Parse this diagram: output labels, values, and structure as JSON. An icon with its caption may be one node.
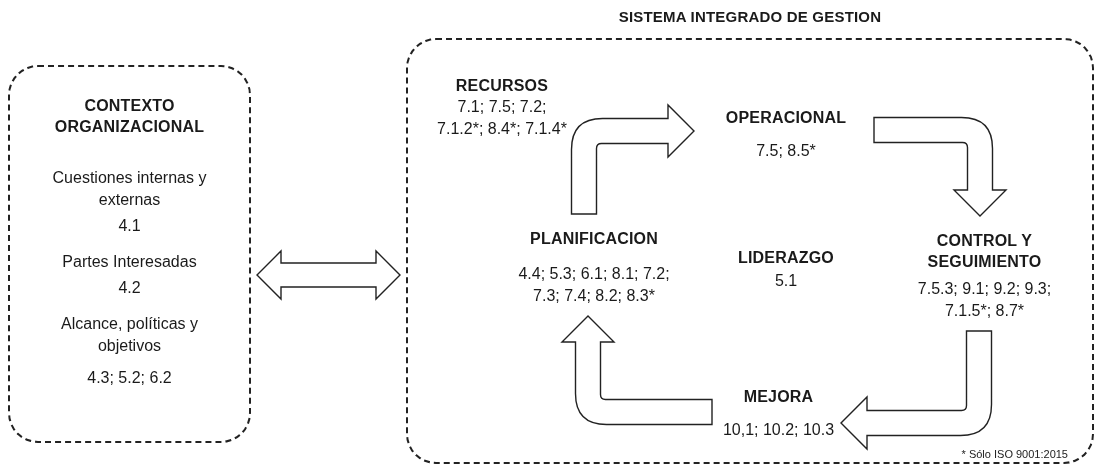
{
  "diagram": {
    "nodes": [
      {
        "text": [
          "CONTEXTO ORGANIZACIONAL",
          "Cuestiones internas y externas",
          "4.1",
          "Partes Interesadas",
          "4.2",
          "Alcance, políticas y objetivos",
          "4.3; 5.2; 6.2"
        ]
      },
      {
        "text": [
          "SISTEMA INTEGRADO DE GESTION"
        ]
      },
      {
        "text": [
          "RECURSOS",
          "7.1; 7.5; 7.2; 7.1.2*; 8.4*; 7.1.4*"
        ],
        "in": 1
      },
      {
        "text": [
          "OPERACIONAL",
          "7.5; 8.5*"
        ],
        "in": 1
      },
      {
        "text": [
          "PLANIFICACION",
          "4.4; 5.3; 6.1; 8.1; 7.2; 7.3; 7.4; 8.2; 8.3*"
        ],
        "in": 1
      },
      {
        "text": [
          "LIDERAZGO",
          "5.1"
        ],
        "in": 1
      },
      {
        "text": [
          "CONTROL Y SEGUIMIENTO",
          "7.5.3; 9.1; 9.2; 9.3; 7.1.5*; 8.7*"
        ],
        "in": 1
      },
      {
        "text": [
          "MEJORA",
          "10,1; 10.2; 10.3"
        ],
        "in": 1
      }
    ],
    "edges": [
      {
        "from": 0,
        "to": 1,
        "arrow": "both"
      },
      {
        "from": 4,
        "to": 3,
        "arrow": "to"
      },
      {
        "from": 3,
        "to": 6,
        "arrow": "to"
      },
      {
        "from": 6,
        "to": 7,
        "arrow": "to"
      },
      {
        "from": 7,
        "to": 4,
        "arrow": "to"
      }
    ],
    "labels": [
      "* Sólo ISO 9001:2015"
    ]
  }
}
